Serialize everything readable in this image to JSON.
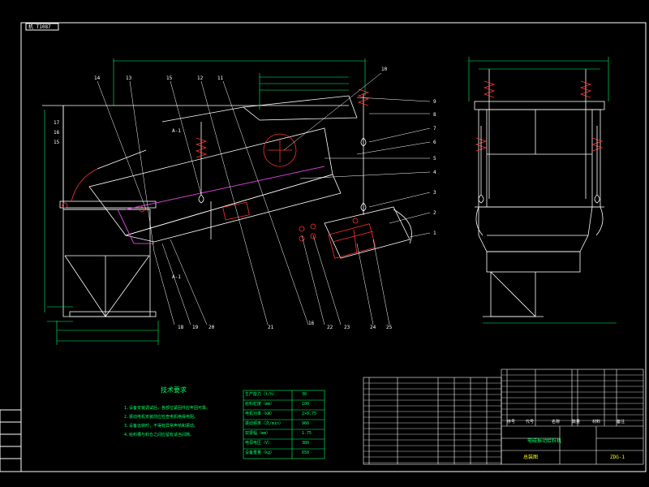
{
  "drawing": {
    "colors": {
      "background": "#000000",
      "line_white": "#ffffff",
      "line_red": "#ff3030",
      "line_magenta": "#d040d0",
      "line_green": "#00ff66",
      "line_yellow": "#ffff00",
      "line_cyan": "#00e5ff"
    },
    "title_stamp": "机 T1087",
    "part_numbers_top": [
      "14",
      "13",
      "15",
      "12",
      "11",
      "10"
    ],
    "part_numbers_right": [
      "9",
      "8",
      "7",
      "6",
      "5",
      "4",
      "3",
      "2",
      "1"
    ],
    "part_numbers_bottom": [
      "18",
      "19",
      "20",
      "21",
      "16",
      "22",
      "23",
      "24",
      "25"
    ],
    "left_stack_labels": [
      "17",
      "16",
      "15"
    ],
    "small_labels": [
      "A-1",
      "A-1"
    ],
    "side_view_marker": "",
    "tech_requirements_title": "技术要求",
    "tech_requirements": [
      "1.设备安装调试后，各部位紧固件应牢固可靠。",
      "2.振动电机安装前应检查电机绝缘电阻。",
      "3.设备运转时，不得有异常声响和振动。",
      "4.给料槽与料仓之间应留有适当间隙。"
    ],
    "param_table": [
      [
        "生产能力（t/h）",
        "30"
      ],
      [
        "给料粒度（mm）",
        "100"
      ],
      [
        "电机功率（kW）",
        "2×0.75"
      ],
      [
        "振动频率（次/min）",
        "960"
      ],
      [
        "双振幅（mm）",
        "1.75"
      ],
      [
        "电源电压（V）",
        "380"
      ],
      [
        "设备重量（kg）",
        "650"
      ]
    ],
    "title_block_name": "电磁振动给料机",
    "title_block_subtitle": "总装图",
    "title_block_code": "ZDG-1",
    "title_block_header": [
      "序号",
      "代号",
      "名称",
      "数量",
      "材料",
      "备注"
    ]
  }
}
